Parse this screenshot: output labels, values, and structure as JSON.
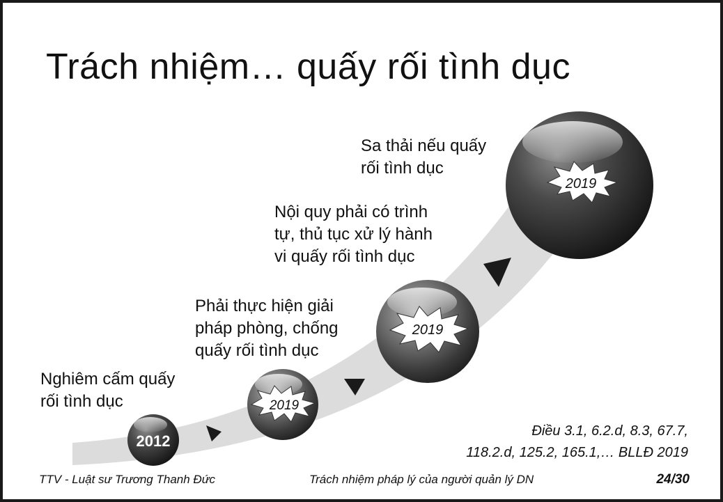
{
  "slide": {
    "title": "Trách nhiệm… quấy rối tình dục",
    "stages": [
      {
        "year": "2012",
        "lines": [
          "Nghiêm cấm quấy",
          "rối tình dục"
        ]
      },
      {
        "year": "2019",
        "lines": [
          "Phải thực hiện giải",
          "pháp phòng, chống",
          "quấy rối tình dục"
        ]
      },
      {
        "year": "2019",
        "lines": [
          "Nội quy phải có trình",
          "tự, thủ tục xử lý hành",
          "vi quấy rối tình dục"
        ]
      },
      {
        "year": "2019",
        "lines": [
          "Sa thải nếu quấy",
          "rối tình dục"
        ]
      }
    ],
    "references": [
      "Điều 3.1, 6.2.d, 8.3, 67.7,",
      "118.2.d, 125.2, 165.1,… BLLĐ 2019"
    ],
    "footer": {
      "author": "TTV - Luật sư Trương Thanh Đức",
      "topic": "Trách nhiệm pháp lý của người quản lý DN",
      "page": "24/30"
    },
    "colors": {
      "path": "#dcdcdc",
      "sphere_dark": "#1c1c1c",
      "sphere_light": "#b0b0b0",
      "arrow": "#1a1a1a"
    }
  }
}
